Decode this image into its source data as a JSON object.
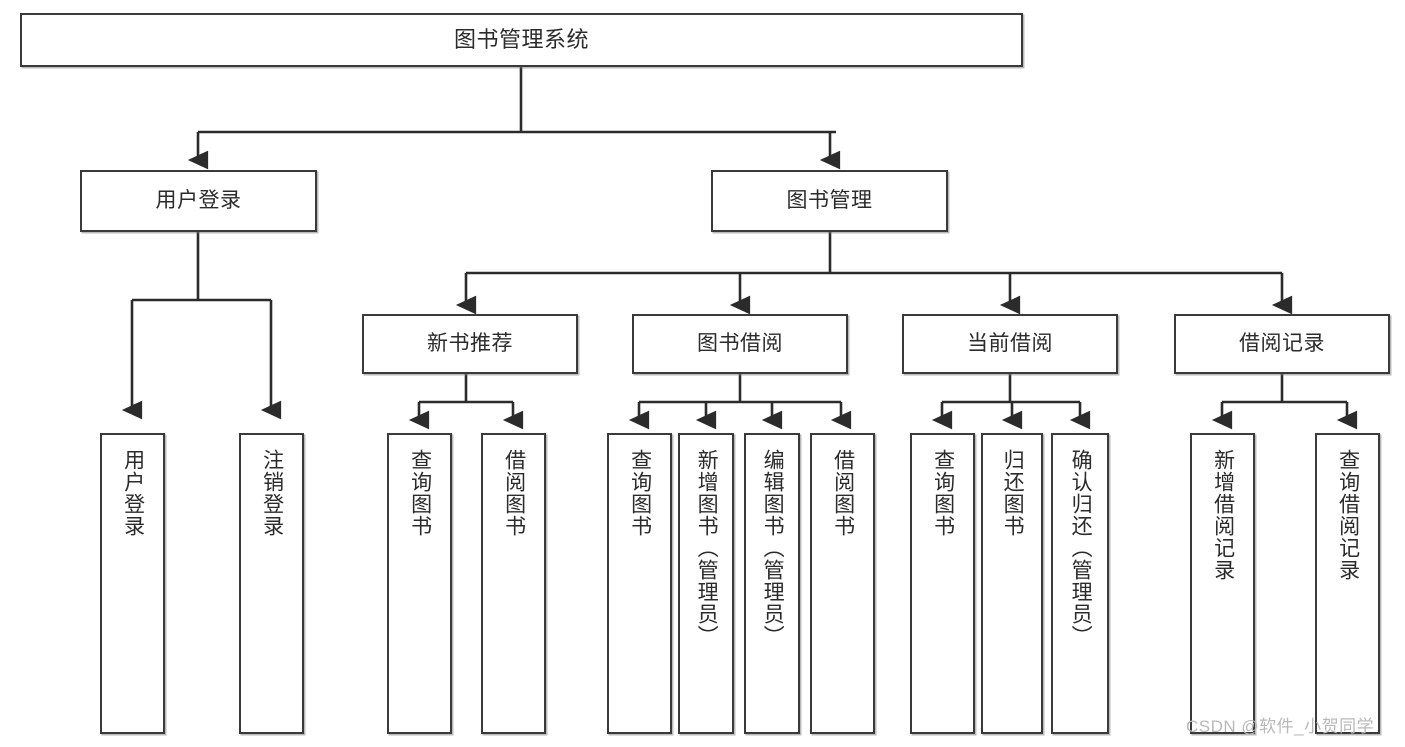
{
  "diagram": {
    "type": "tree-hierarchy",
    "title": "图书管理系统",
    "watermark": "CSDN @软件_小贺同学",
    "colors": {
      "box_border": "#3a3a3a",
      "box_fill": "#ffffff",
      "connector": "#2b2b2b",
      "text": "#2b2b2b",
      "watermark": "#b9b9b9"
    },
    "levels": {
      "root": {
        "label": "图书管理系统"
      },
      "level2": [
        {
          "id": "user-login",
          "label": "用户登录"
        },
        {
          "id": "book-manage",
          "label": "图书管理"
        }
      ],
      "level3": [
        {
          "id": "new-book-recommend",
          "label": "新书推荐"
        },
        {
          "id": "book-borrow",
          "label": "图书借阅"
        },
        {
          "id": "current-borrow",
          "label": "当前借阅"
        },
        {
          "id": "borrow-record",
          "label": "借阅记录"
        }
      ],
      "leaves": [
        {
          "id": "leaf-user-login",
          "parent": "user-login",
          "label": "用户登录"
        },
        {
          "id": "leaf-logout",
          "parent": "user-login",
          "label": "注销登录"
        },
        {
          "id": "leaf-query-book-1",
          "parent": "new-book-recommend",
          "label": "查询图书"
        },
        {
          "id": "leaf-borrow-book-1",
          "parent": "new-book-recommend",
          "label": "借阅图书"
        },
        {
          "id": "leaf-query-book-2",
          "parent": "book-borrow",
          "label": "查询图书"
        },
        {
          "id": "leaf-add-book",
          "parent": "book-borrow",
          "label": "新增图书（管理员）"
        },
        {
          "id": "leaf-edit-book",
          "parent": "book-borrow",
          "label": "编辑图书（管理员）"
        },
        {
          "id": "leaf-borrow-book-2",
          "parent": "book-borrow",
          "label": "借阅图书"
        },
        {
          "id": "leaf-query-book-3",
          "parent": "current-borrow",
          "label": "查询图书"
        },
        {
          "id": "leaf-return-book",
          "parent": "current-borrow",
          "label": "归还图书"
        },
        {
          "id": "leaf-confirm-return",
          "parent": "current-borrow",
          "label": "确认归还（管理员）"
        },
        {
          "id": "leaf-add-record",
          "parent": "borrow-record",
          "label": "新增借阅记录"
        },
        {
          "id": "leaf-query-record",
          "parent": "borrow-record",
          "label": "查询借阅记录"
        }
      ]
    }
  }
}
